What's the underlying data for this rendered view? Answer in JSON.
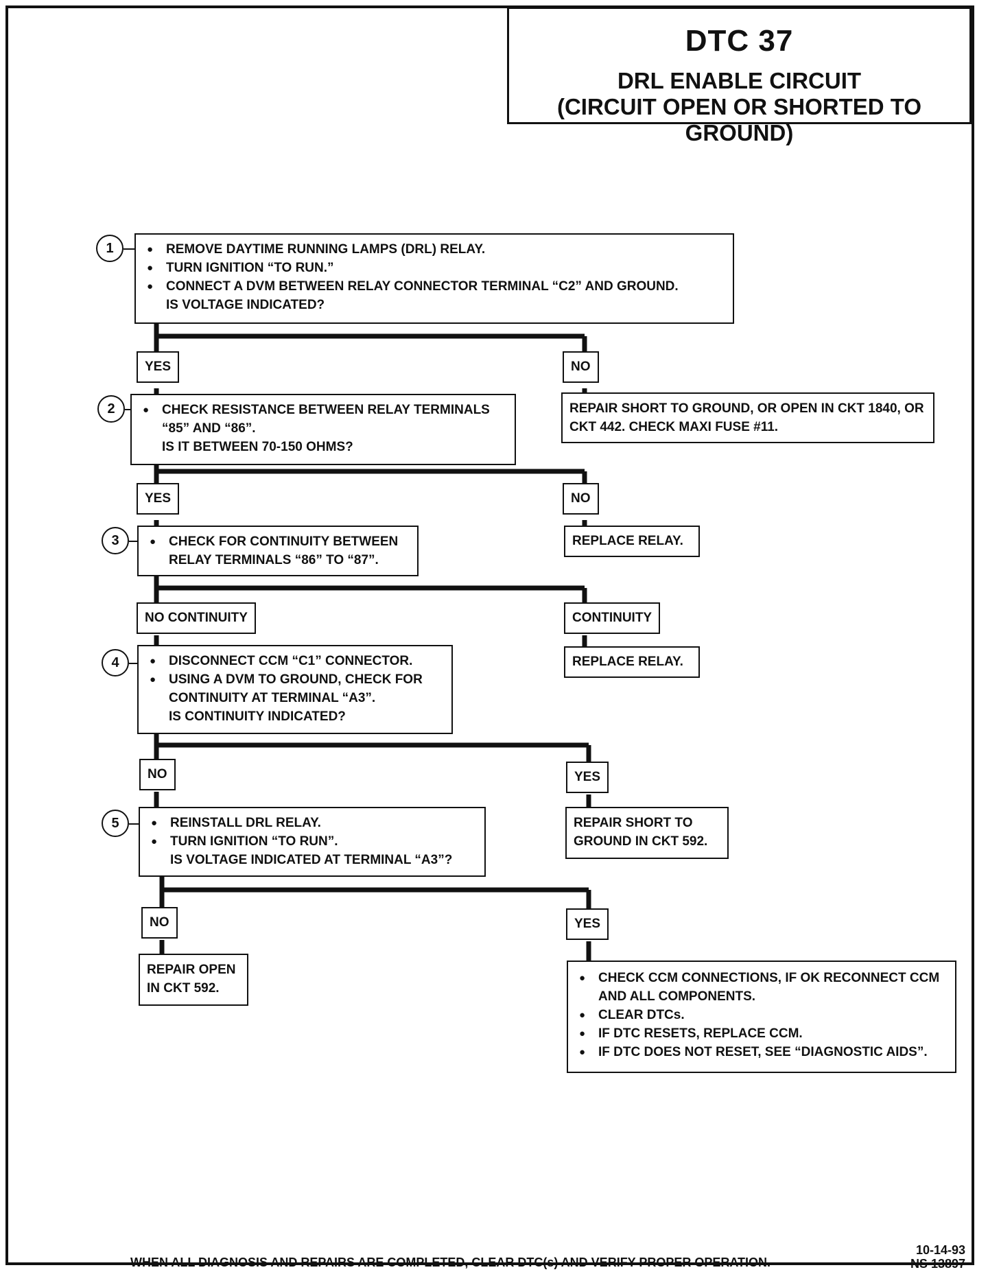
{
  "title": {
    "code": "DTC 37",
    "line1": "DRL ENABLE CIRCUIT",
    "line2": "(CIRCUIT OPEN OR SHORTED TO GROUND)"
  },
  "steps": [
    {
      "number": "1",
      "bullets": [
        "REMOVE DAYTIME RUNNING LAMPS (DRL) RELAY.",
        "TURN IGNITION “TO RUN.”",
        "CONNECT A DVM BETWEEN RELAY CONNECTOR TERMINAL “C2” AND GROUND."
      ],
      "question": "IS VOLTAGE INDICATED?"
    },
    {
      "number": "2",
      "bullets": [
        "CHECK RESISTANCE BETWEEN RELAY TERMINALS “85” AND “86”."
      ],
      "question": "IS IT BETWEEN 70-150 OHMS?"
    },
    {
      "number": "3",
      "bullets": [
        "CHECK FOR CONTINUITY BETWEEN RELAY TERMINALS “86” TO “87”."
      ],
      "question": ""
    },
    {
      "number": "4",
      "bullets": [
        "DISCONNECT CCM “C1” CONNECTOR.",
        "USING A DVM TO GROUND, CHECK FOR CONTINUITY AT TERMINAL “A3”."
      ],
      "question": "IS CONTINUITY INDICATED?"
    },
    {
      "number": "5",
      "bullets": [
        "REINSTALL DRL RELAY.",
        "TURN IGNITION “TO RUN”."
      ],
      "question": "IS VOLTAGE INDICATED AT TERMINAL “A3”?"
    }
  ],
  "branch_labels": {
    "s1_yes": "YES",
    "s1_no": "NO",
    "s2_yes": "YES",
    "s2_no": "NO",
    "s3_left": "NO CONTINUITY",
    "s3_right": "CONTINUITY",
    "s4_left": "NO",
    "s4_right": "YES",
    "s5_left": "NO",
    "s5_right": "YES"
  },
  "outcomes": {
    "s1_no": "REPAIR SHORT TO GROUND, OR OPEN IN CKT 1840, OR CKT 442.  CHECK MAXI FUSE #11.",
    "s2_no": "REPLACE RELAY.",
    "s3_continuity": "REPLACE RELAY.",
    "s4_yes": "REPAIR SHORT TO GROUND IN CKT 592.",
    "s5_no": "REPAIR OPEN IN CKT 592.",
    "s5_yes_bullets": [
      "CHECK CCM CONNECTIONS, IF OK RECONNECT CCM AND ALL COMPONENTS.",
      "CLEAR DTCs.",
      "IF DTC RESETS, REPLACE CCM.",
      "IF DTC DOES NOT RESET, SEE “DIAGNOSTIC AIDS”."
    ]
  },
  "footer": "WHEN ALL DIAGNOSIS AND REPAIRS ARE COMPLETED, CLEAR DTC(s) AND VERIFY PROPER OPERATION.",
  "doc": {
    "date": "10-14-93",
    "id": "NS 13897"
  }
}
